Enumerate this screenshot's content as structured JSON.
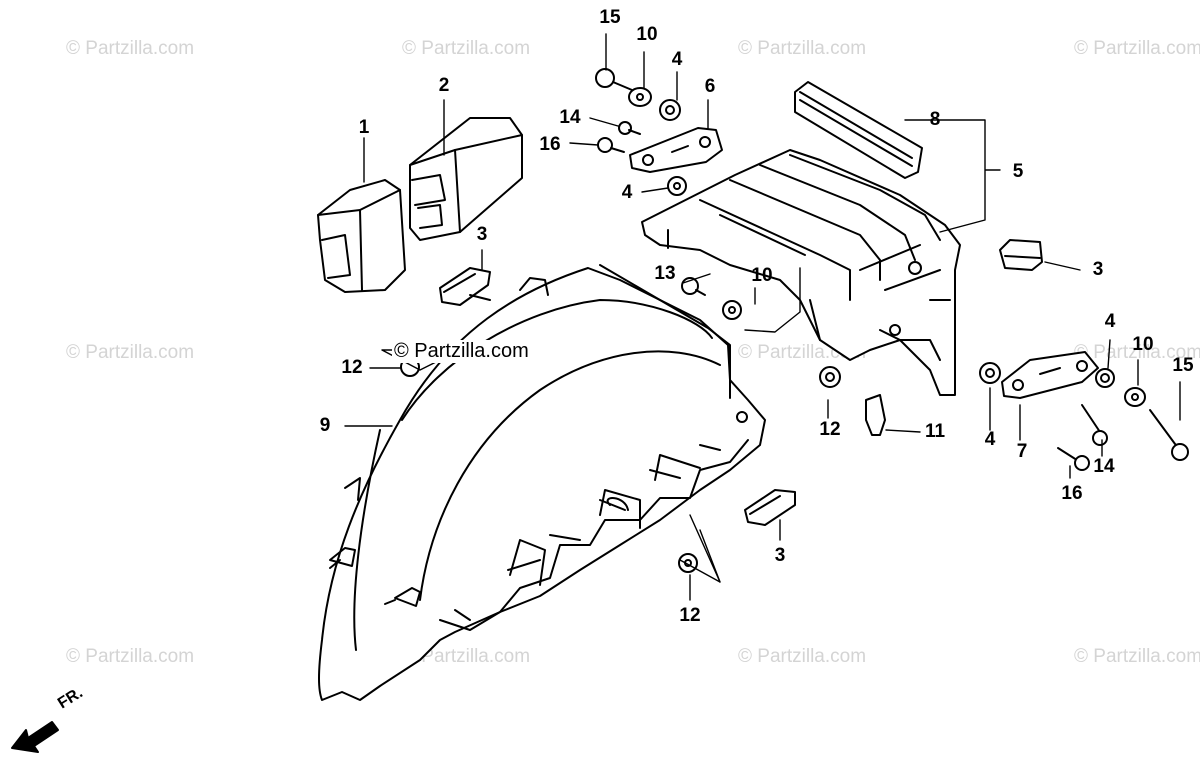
{
  "watermark": {
    "text": "© Partzilla.com",
    "center_text": "© Partzilla.com"
  },
  "direction_label": "FR.",
  "callouts": [
    {
      "id": "c15a",
      "label": "15"
    },
    {
      "id": "c10a",
      "label": "10"
    },
    {
      "id": "c4a",
      "label": "4"
    },
    {
      "id": "c6",
      "label": "6"
    },
    {
      "id": "c14a",
      "label": "14"
    },
    {
      "id": "c16a",
      "label": "16"
    },
    {
      "id": "c4b",
      "label": "4"
    },
    {
      "id": "c2",
      "label": "2"
    },
    {
      "id": "c1",
      "label": "1"
    },
    {
      "id": "c3a",
      "label": "3"
    },
    {
      "id": "c8",
      "label": "8"
    },
    {
      "id": "c5",
      "label": "5"
    },
    {
      "id": "c3b",
      "label": "3"
    },
    {
      "id": "c13",
      "label": "13"
    },
    {
      "id": "c10b",
      "label": "10"
    },
    {
      "id": "c12a",
      "label": "12"
    },
    {
      "id": "c9",
      "label": "9"
    },
    {
      "id": "c12b",
      "label": "12"
    },
    {
      "id": "c11",
      "label": "11"
    },
    {
      "id": "c4c",
      "label": "4"
    },
    {
      "id": "c7",
      "label": "7"
    },
    {
      "id": "c4d",
      "label": "4"
    },
    {
      "id": "c10c",
      "label": "10"
    },
    {
      "id": "c15b",
      "label": "15"
    },
    {
      "id": "c14b",
      "label": "14"
    },
    {
      "id": "c16b",
      "label": "16"
    },
    {
      "id": "c3c",
      "label": "3"
    },
    {
      "id": "c12c",
      "label": "12"
    }
  ]
}
